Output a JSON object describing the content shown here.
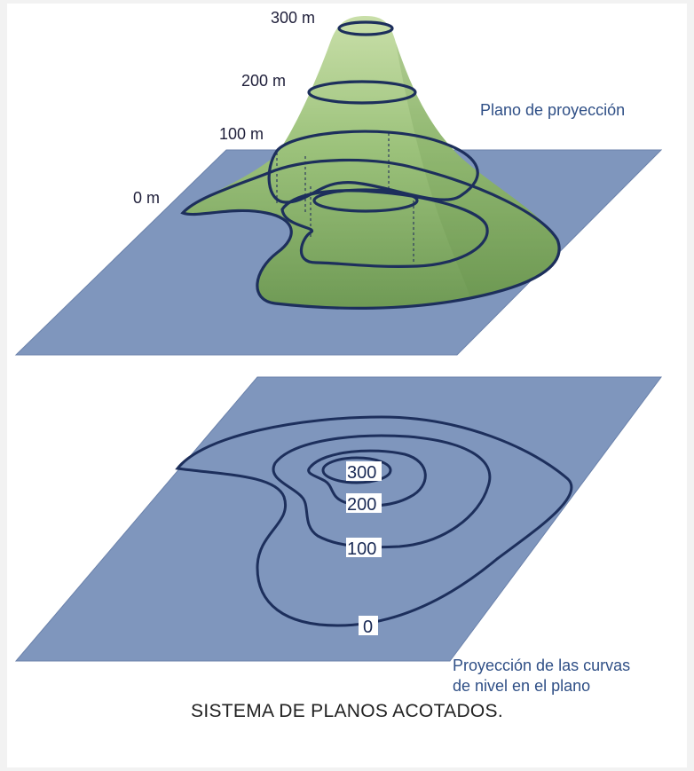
{
  "top_diagram": {
    "elevation_labels": [
      "300 m",
      "200 m",
      "100 m",
      "0 m"
    ],
    "plane_label": "Plano de proyección"
  },
  "bottom_diagram": {
    "contour_labels": [
      "300",
      "200",
      "100",
      "0"
    ],
    "projection_label_line1": "Proyección de las curvas",
    "projection_label_line2": "de nivel en el plano"
  },
  "caption": "SISTEMA DE PLANOS ACOTADOS.",
  "colors": {
    "plane": "#7f96bd",
    "hill": "#8fb86e",
    "contour": "#1d2f5c"
  }
}
